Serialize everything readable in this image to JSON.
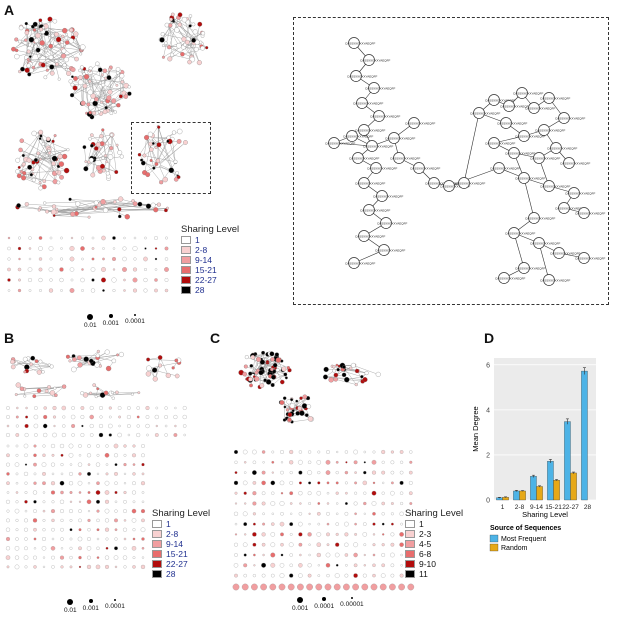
{
  "panels": {
    "a": "A",
    "b": "B",
    "c": "C",
    "d": "D"
  },
  "colors": {
    "level1": "#ffffff",
    "level2": "#f8d1d1",
    "level3": "#f19ea0",
    "level4": "#e86d6d",
    "level5": "#b10c0c",
    "level6": "#000000",
    "most_frequent": "#4db3e6",
    "random": "#e6a817"
  },
  "legend_a": {
    "title": "Sharing Level",
    "levels": [
      "1",
      "2-8",
      "9-14",
      "15-21",
      "22-27",
      "28"
    ]
  },
  "legend_b": {
    "title": "Sharing Level",
    "levels": [
      "1",
      "2-8",
      "9-14",
      "15-21",
      "22-27",
      "28"
    ]
  },
  "legend_c": {
    "title": "Sharing Level",
    "levels": [
      "1",
      "2-3",
      "4-5",
      "6-8",
      "9-10",
      "11"
    ]
  },
  "size_legend_a": [
    "0.01",
    "0.001",
    "0.0001"
  ],
  "size_legend_b": [
    "0.01",
    "0.001",
    "0.0001"
  ],
  "size_legend_c": [
    "0.001",
    "0.0001",
    "0.00001"
  ],
  "zoom_node_label": "CASSXXGXXYAEQFF",
  "chart_data": {
    "type": "bar",
    "categories": [
      "1",
      "2-8",
      "9-14",
      "15-21",
      "22-27",
      "28"
    ],
    "series": [
      {
        "name": "Most Frequent",
        "values": [
          0.1,
          0.4,
          1.05,
          1.72,
          3.48,
          5.72
        ],
        "errors": [
          0.02,
          0.03,
          0.05,
          0.08,
          0.12,
          0.15
        ]
      },
      {
        "name": "Random",
        "values": [
          0.12,
          0.4,
          0.6,
          0.88,
          1.2,
          0
        ],
        "errors": [
          0.02,
          0.02,
          0.03,
          0.03,
          0.04,
          0
        ]
      }
    ],
    "ylabel": "Mean Degree",
    "xlabel": "Sharing Level",
    "yticks": [
      0,
      2,
      4,
      6
    ],
    "ylim": [
      0,
      6.3
    ],
    "legend_title": "Source of Sequences"
  }
}
